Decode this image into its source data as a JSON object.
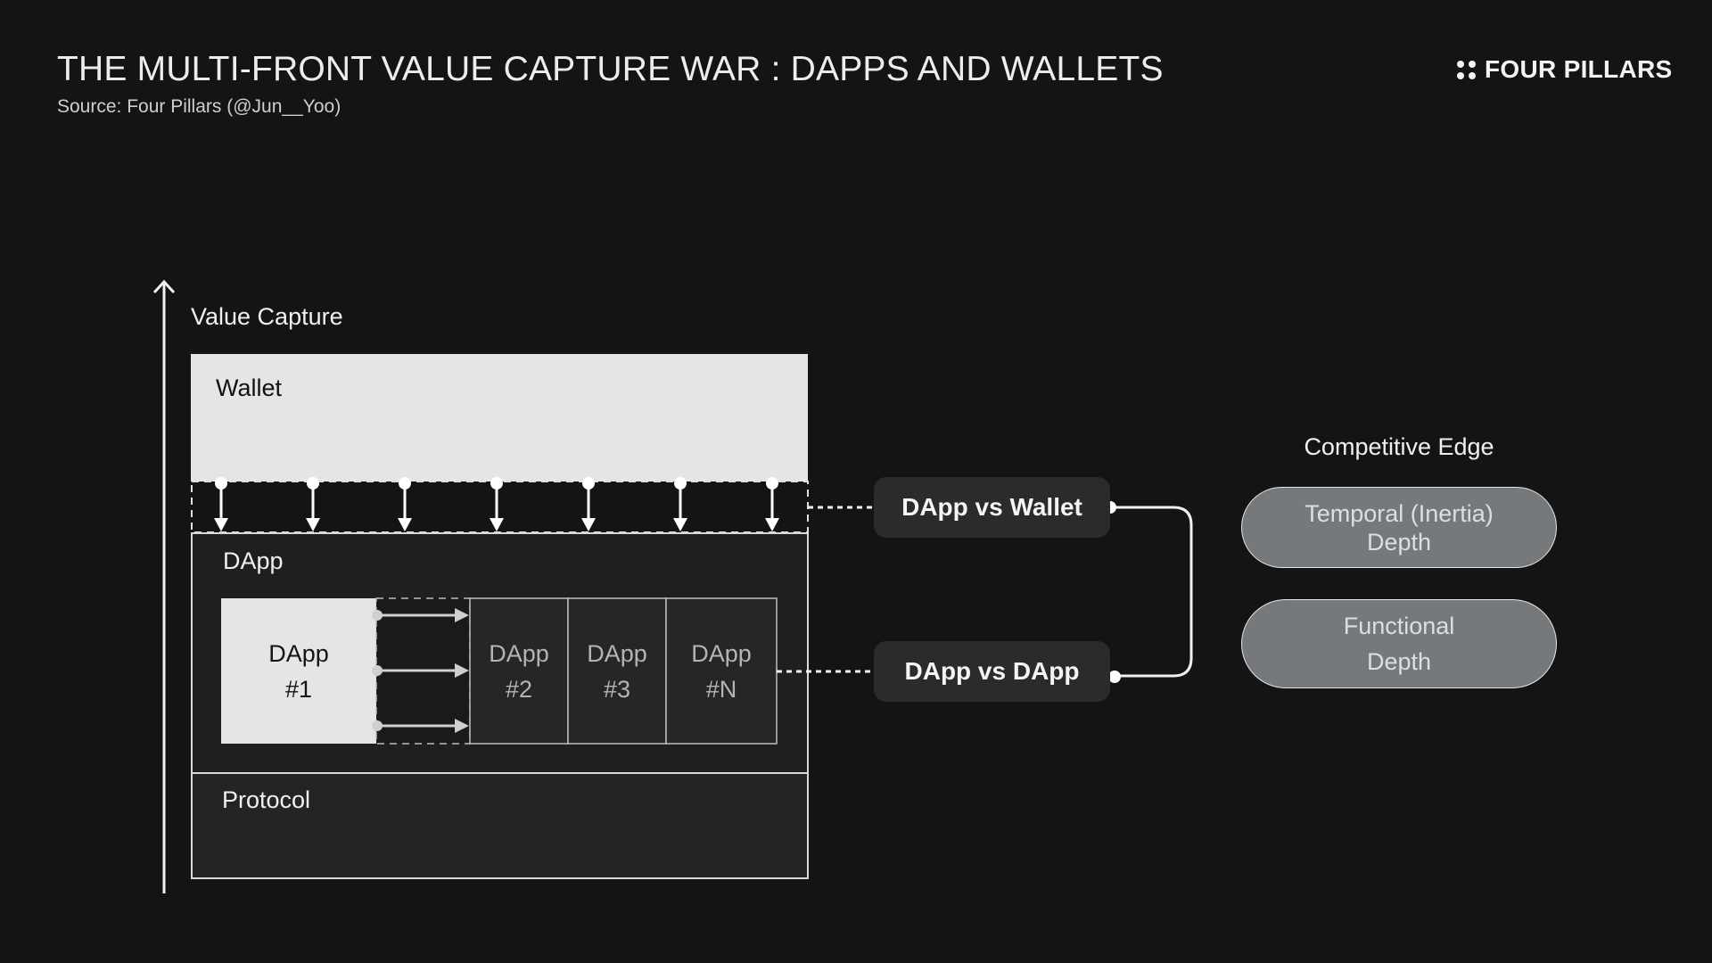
{
  "header": {
    "title": "THE MULTI-FRONT VALUE CAPTURE WAR : DAPPS AND WALLETS",
    "subtitle": "Source: Four Pillars (@Jun__Yoo)",
    "logo_text": "FOUR PILLARS",
    "logo_icon": "four-dots-icon"
  },
  "diagram": {
    "axis_label": "Value Capture",
    "layers": {
      "wallet": "Wallet",
      "dapp": "DApp",
      "protocol": "Protocol"
    },
    "dapps": [
      {
        "line1": "DApp",
        "line2": "#1"
      },
      {
        "line1": "DApp",
        "line2": "#2"
      },
      {
        "line1": "DApp",
        "line2": "#3"
      },
      {
        "line1": "DApp",
        "line2": "#N"
      }
    ],
    "fronts": {
      "dapp_vs_wallet": "DApp vs Wallet",
      "dapp_vs_dapp": "DApp vs DApp"
    },
    "competitive_edge": {
      "title": "Competitive Edge",
      "items": [
        {
          "line1": "Temporal (Inertia)",
          "line2": "Depth"
        },
        {
          "line1": "Functional",
          "line2": "Depth"
        }
      ]
    }
  },
  "colors": {
    "background": "#141414",
    "wallet_fill": "#e5e5e5",
    "dapp_fill": "#1f1f1f",
    "protocol_fill": "#242424",
    "front_box": "#2a2b2d",
    "edge_pill": "#76797c"
  }
}
